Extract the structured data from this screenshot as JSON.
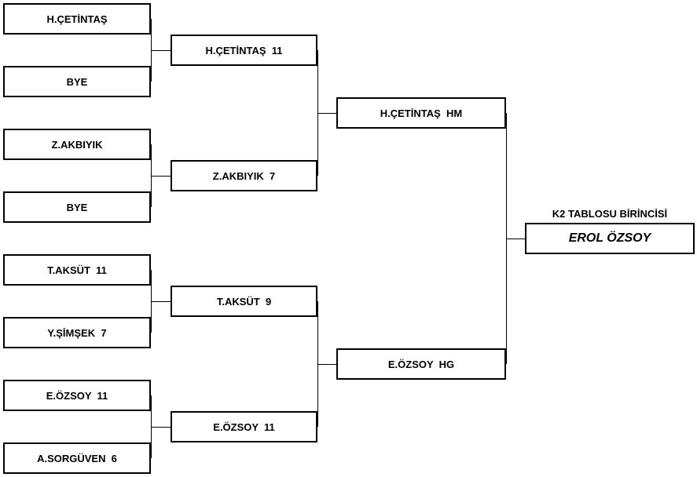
{
  "round1": [
    {
      "label": "H.ÇETİNTAŞ"
    },
    {
      "label": "BYE"
    },
    {
      "label": "Z.AKBIYIK"
    },
    {
      "label": "BYE"
    },
    {
      "label": "T.AKSÜT  11"
    },
    {
      "label": "Y.ŞİMŞEK  7"
    },
    {
      "label": "E.ÖZSOY  11"
    },
    {
      "label": "A.SORGÜVEN  6"
    }
  ],
  "round2": [
    {
      "label": "H.ÇETİNTAŞ  11"
    },
    {
      "label": "Z.AKBIYIK  7"
    },
    {
      "label": "T.AKSÜT  9"
    },
    {
      "label": "E.ÖZSOY  11"
    }
  ],
  "round3": [
    {
      "label": "H.ÇETİNTAŞ  HM"
    },
    {
      "label": "E.ÖZSOY  HG"
    }
  ],
  "champion": {
    "caption": "K2 TABLOSU BİRİNCİSİ",
    "name": "EROL ÖZSOY"
  }
}
